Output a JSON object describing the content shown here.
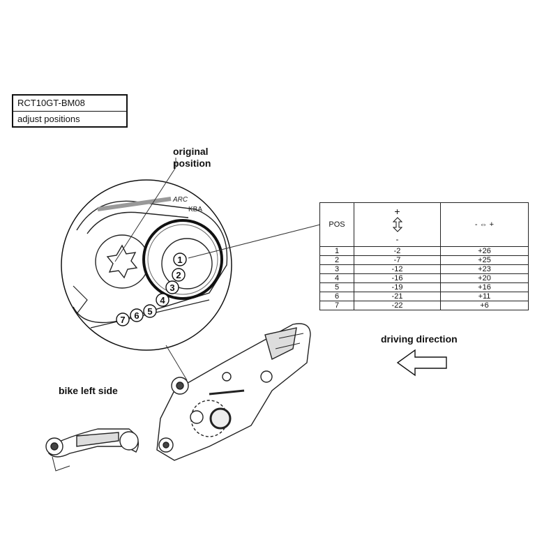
{
  "title_box": {
    "part_number": "RCT10GT-BM08",
    "subtitle": "adjust positions"
  },
  "labels": {
    "original_position_line1": "original",
    "original_position_line2": "position",
    "driving_direction": "driving direction",
    "bike_left_side": "bike left side",
    "brand_mark": "ARC",
    "kba_mark": "KBA"
  },
  "table": {
    "header_pos": "POS",
    "header_vertical_plus": "+",
    "header_vertical_minus": "-",
    "header_horizontal": "- ⇔ +",
    "rows": [
      {
        "pos": "1",
        "vertical": "-2",
        "horizontal": "+26"
      },
      {
        "pos": "2",
        "vertical": "-7",
        "horizontal": "+25"
      },
      {
        "pos": "3",
        "vertical": "-12",
        "horizontal": "+23"
      },
      {
        "pos": "4",
        "vertical": "-16",
        "horizontal": "+20"
      },
      {
        "pos": "5",
        "vertical": "-19",
        "horizontal": "+16"
      },
      {
        "pos": "6",
        "vertical": "-21",
        "horizontal": "+11"
      },
      {
        "pos": "7",
        "vertical": "-22",
        "horizontal": "+6"
      }
    ]
  },
  "markers": [
    "1",
    "2",
    "3",
    "4",
    "5",
    "6",
    "7"
  ],
  "colors": {
    "line": "#111111",
    "light_line": "#777777",
    "shade": "#d8d8d8"
  }
}
